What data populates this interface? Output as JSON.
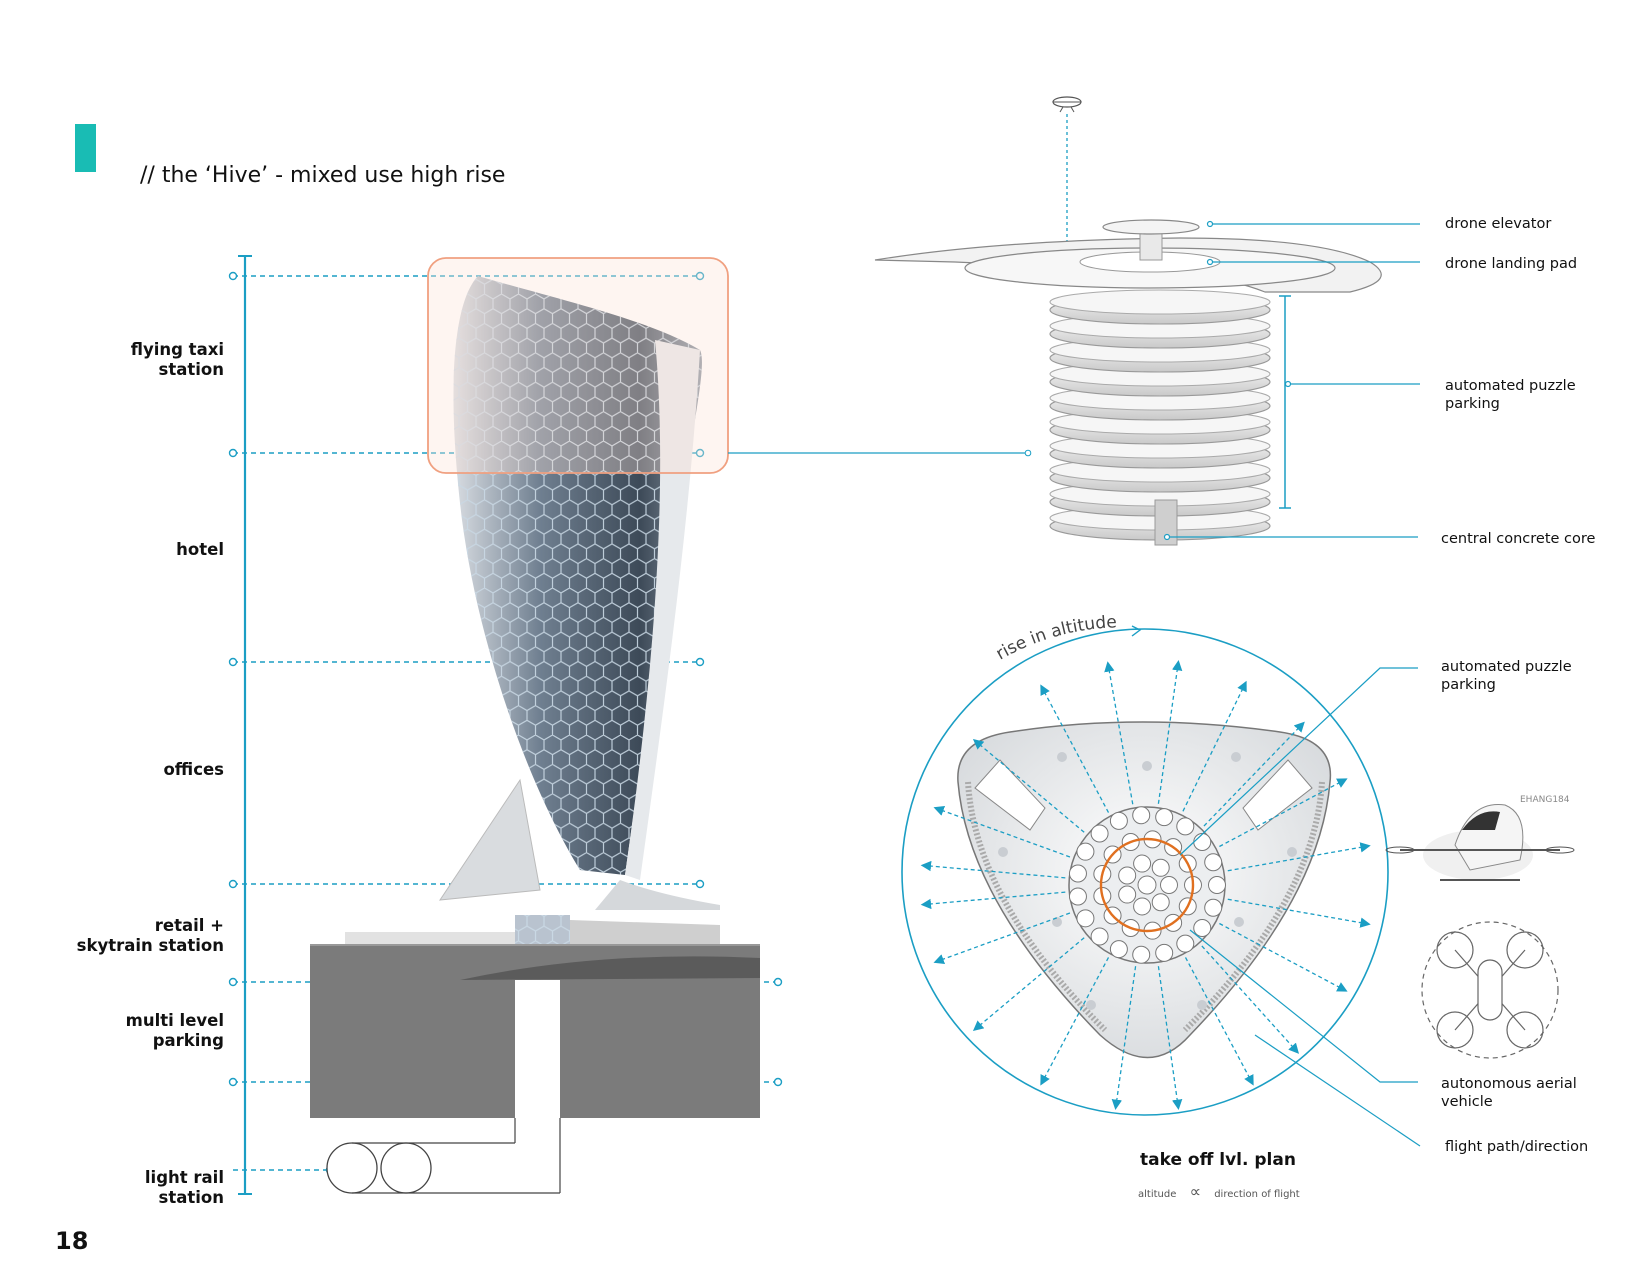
{
  "header": {
    "title": "// the ‘Hive’ - mixed use high rise",
    "page_number": "18"
  },
  "tower_levels": [
    {
      "id": "flying-taxi-station",
      "line1": "flying taxi",
      "line2": "station"
    },
    {
      "id": "hotel",
      "line1": "hotel",
      "line2": ""
    },
    {
      "id": "offices",
      "line1": "offices",
      "line2": ""
    },
    {
      "id": "retail-skytrain-station",
      "line1": "retail +",
      "line2": "skytrain station"
    },
    {
      "id": "multi-level-parking",
      "line1": "multi level",
      "line2": "parking"
    },
    {
      "id": "light-rail-station",
      "line1": "light rail",
      "line2": "station"
    }
  ],
  "section_labels": {
    "drone_elevator": "drone elevator",
    "drone_landing_pad": "drone landing pad",
    "puzzle_parking_1": "automated puzzle",
    "puzzle_parking_2": "parking",
    "central_core": "central concrete core"
  },
  "plan_labels": {
    "arc_text": "rise in altitude",
    "puzzle_parking_1": "automated puzzle",
    "puzzle_parking_2": "parking",
    "aav_1": "autonomous aerial",
    "aav_2": "vehicle",
    "flight_path": "flight path/direction",
    "plan_title": "take off lvl. plan",
    "legend_altitude": "altitude",
    "legend_direction": "direction of flight",
    "drone_brand": "EHANG184"
  },
  "colors": {
    "accent": "#19bcb4",
    "diagram_blue": "#1b9ec4",
    "highlight": "#f0a080",
    "orange_ring": "#e07020",
    "parking_gray": "#7b7b7b"
  }
}
